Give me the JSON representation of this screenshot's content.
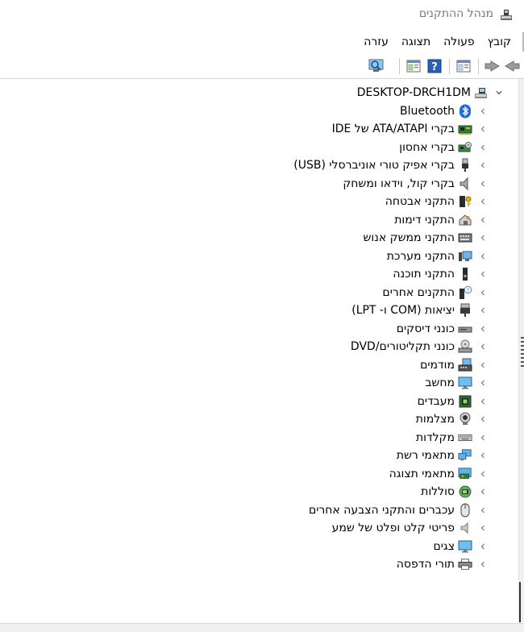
{
  "window": {
    "title": "מנהל ההתקנים",
    "icon": "device-manager-icon"
  },
  "menubar": {
    "items": [
      {
        "label": "קובץ"
      },
      {
        "label": "פעולה"
      },
      {
        "label": "תצוגה"
      },
      {
        "label": "עזרה"
      }
    ]
  },
  "toolbar": {
    "buttons": [
      {
        "icon": "back-arrow-icon"
      },
      {
        "icon": "forward-arrow-icon"
      },
      {
        "icon": "properties-icon"
      },
      {
        "icon": "help-icon"
      },
      {
        "icon": "show-hide-console-tree-icon"
      },
      {
        "icon": "scan-hardware-icon"
      }
    ]
  },
  "tree": {
    "root": {
      "label": "DESKTOP-DRCH1DM",
      "icon": "computer-icon",
      "expanded": true
    },
    "children": [
      {
        "label": "Bluetooth",
        "icon": "bluetooth-icon"
      },
      {
        "label": "בקרי ATA/ATAPI של IDE",
        "icon": "ide-controller-icon"
      },
      {
        "label": "בקרי אחסון",
        "icon": "storage-controller-icon"
      },
      {
        "label": "בקרי אפיק טורי אוניברסלי (USB)",
        "icon": "usb-icon"
      },
      {
        "label": "בקרי קול, וידאו ומשחק",
        "icon": "speaker-icon"
      },
      {
        "label": "התקני אבטחה",
        "icon": "security-device-icon"
      },
      {
        "label": "התקני דימות",
        "icon": "imaging-device-icon"
      },
      {
        "label": "התקני ממשק אנוש",
        "icon": "hid-icon"
      },
      {
        "label": "התקני מערכת",
        "icon": "system-device-icon"
      },
      {
        "label": "התקני תוכנה",
        "icon": "software-device-icon"
      },
      {
        "label": "התקנים אחרים",
        "icon": "other-device-icon"
      },
      {
        "label": "יציאות (COM ו- LPT)",
        "icon": "port-icon"
      },
      {
        "label": "כונני דיסקים",
        "icon": "disk-drive-icon"
      },
      {
        "label": "כונני תקליטורים/DVD",
        "icon": "dvd-drive-icon"
      },
      {
        "label": "מודמים",
        "icon": "modem-icon"
      },
      {
        "label": "מחשב",
        "icon": "monitor-icon"
      },
      {
        "label": "מעבדים",
        "icon": "processor-icon"
      },
      {
        "label": "מצלמות",
        "icon": "camera-icon"
      },
      {
        "label": "מקלדות",
        "icon": "keyboard-icon"
      },
      {
        "label": "מתאמי רשת",
        "icon": "network-adapter-icon"
      },
      {
        "label": "מתאמי תצוגה",
        "icon": "display-adapter-icon"
      },
      {
        "label": "סוללות",
        "icon": "battery-icon"
      },
      {
        "label": "עכברים והתקני הצבעה אחרים",
        "icon": "mouse-icon"
      },
      {
        "label": "פריטי קלט ופלט של שמע",
        "icon": "audio-io-icon"
      },
      {
        "label": "צגים",
        "icon": "display-monitor-icon"
      },
      {
        "label": "תורי הדפסה",
        "icon": "printer-icon"
      }
    ]
  }
}
